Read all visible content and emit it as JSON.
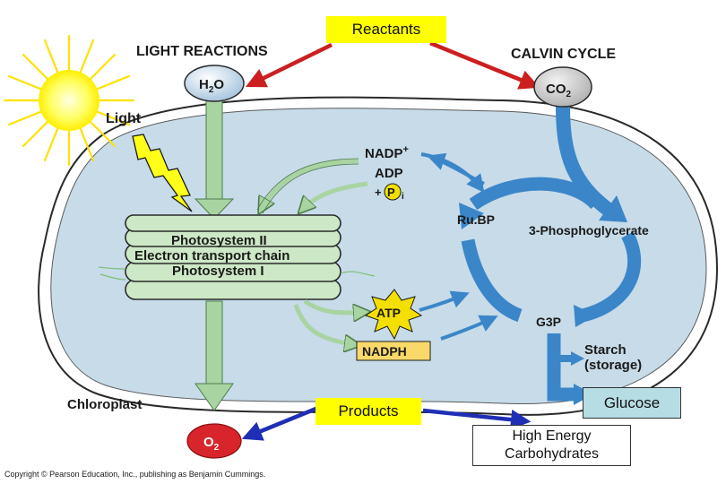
{
  "labels": {
    "light_reactions": "LIGHT REACTIONS",
    "calvin_cycle": "CALVIN CYCLE",
    "light": "Light",
    "h2o_main": "H",
    "h2o_sub": "2",
    "h2o_end": "O",
    "co2_main": "CO",
    "co2_sub": "2",
    "o2_main": "O",
    "o2_sub": "2",
    "nadp": "NADP",
    "nadp_sup": "+",
    "adp": "ADP",
    "plus": "+",
    "p": "P",
    "i": "i",
    "rubp": "Ru.BP",
    "phosphoglycerate": "3-Phosphoglycerate",
    "photosystem2": "Photosystem II",
    "etc": "Electron transport chain",
    "photosystem1": "Photosystem I",
    "atp": "ATP",
    "nadph": "NADPH",
    "g3p": "G3P",
    "starch": "Starch",
    "storage": "(storage)",
    "chloroplast": "Chloroplast",
    "copyright": "Copyright © Pearson Education, Inc., publishing as Benjamin Cummings."
  },
  "callouts": {
    "reactants": "Reactants",
    "products": "Products",
    "glucose": "Glucose",
    "high_energy_1": "High Energy",
    "high_energy_2": "Carbohydrates"
  },
  "colors": {
    "stroma": "#c7dbe9",
    "stroma_edge": "#2a2a2a",
    "green_arrow": "#a8d4a2",
    "blue_arrow": "#3a86c8",
    "red_arrow": "#cc1f1f",
    "navy_arrow": "#1f2fb5",
    "yellow_box": "#ffff00",
    "atp_star": "#f4e000",
    "nadph_box": "#f8d96a",
    "o2_red": "#d8252b",
    "callout_teal": "#b6dde4"
  }
}
